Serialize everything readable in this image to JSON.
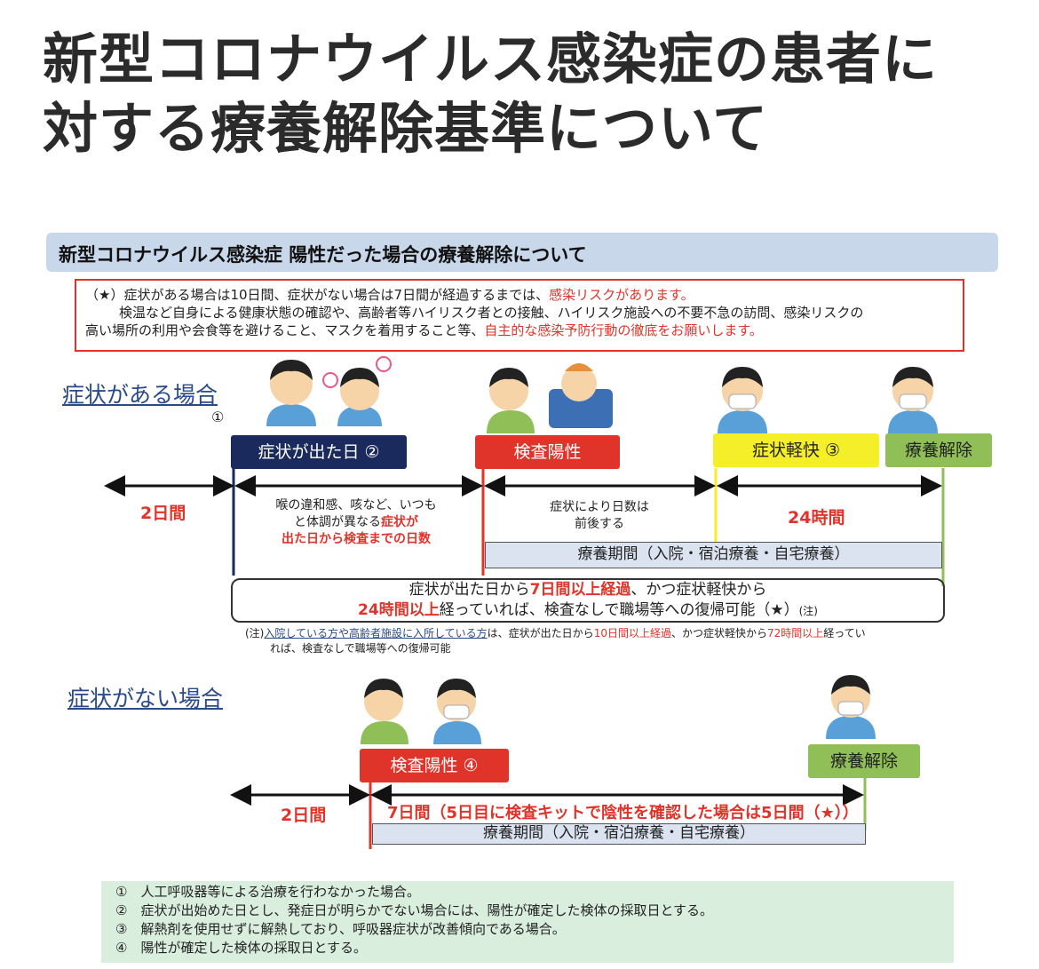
{
  "title": {
    "line1": "新型コロナウイルス感染症の患者に",
    "line2": "対する療養解除基準について"
  },
  "banner": "新型コロナウイルス感染症 陽性だった場合の療養解除について",
  "warning": {
    "line1_pre": "（★）症状がある場合は10日間、症状がない場合は7日間が経過するまでは、",
    "line1_red": "感染リスクがあります。",
    "line2": "検温など自身による健康状態の確認や、高齢者等ハイリスク者との接触、ハイリスク施設への不要不急の訪問、感染リスクの",
    "line3_pre": "高い場所の利用や会食等を避けること、マスクを着用すること等、",
    "line3_red": "自主的な感染予防行動の徹底をお願いします。"
  },
  "symptomatic": {
    "heading": "症状がある場合",
    "marker": "①",
    "onset_label": "症状が出た日 ②",
    "positive_label": "検査陽性",
    "improved_label": "症状軽快 ③",
    "release_label": "療養解除",
    "days_before": "2日間",
    "note_a1": "喉の違和感、咳など、いつも",
    "note_a2_pre": "と体調が異なる",
    "note_a2_red": "症状が",
    "note_a3_red": "出た日から検査までの日数",
    "note_b1": "症状により日数は",
    "note_b2": "前後する",
    "hours": "24時間",
    "period": "療養期間（入院・宿泊療養・自宅療養）",
    "summary_1a": "症状が出た日から",
    "summary_1b": "7日間以上経過",
    "summary_1c": "、かつ症状軽快から",
    "summary_2a": "24時間以上",
    "summary_2b": "経っていれば、検査なしで職場等への復帰可能（★）",
    "summary_2c": "(注)",
    "footnote_1a": "(注)",
    "footnote_1b": "入院している方や高齢者施設に入所している方",
    "footnote_1c": "は、症状が出た日から",
    "footnote_1d": "10日間以上経過",
    "footnote_1e": "、かつ症状軽快から",
    "footnote_1f": "72時間以上",
    "footnote_1g": "経ってい",
    "footnote_2": "れば、検査なしで職場等への復帰可能"
  },
  "asymptomatic": {
    "heading": "症状がない場合",
    "positive_label": "検査陽性 ④",
    "release_label": "療養解除",
    "days_before": "2日間",
    "duration": "7日間（5日目に検査キットで陰性を確認した場合は5日間（★））",
    "period": "療養期間（入院・宿泊療養・自宅療養）"
  },
  "legend": [
    "①　人工呼吸器等による治療を行わなかった場合。",
    "②　症状が出始めた日とし、発症日が明らかでない場合には、陽性が確定した検体の採取日とする。",
    "③　解熱剤を使用せずに解熱しており、呼吸器症状が改善傾向である場合。",
    "④　陽性が確定した検体の採取日とする。"
  ],
  "colors": {
    "navy": "#1b2a5c",
    "red": "#e0342a",
    "yellow": "#f5ef2a",
    "green": "#8fbf56",
    "banner": "#c9d7ea",
    "legend_bg": "#d9eedd"
  }
}
